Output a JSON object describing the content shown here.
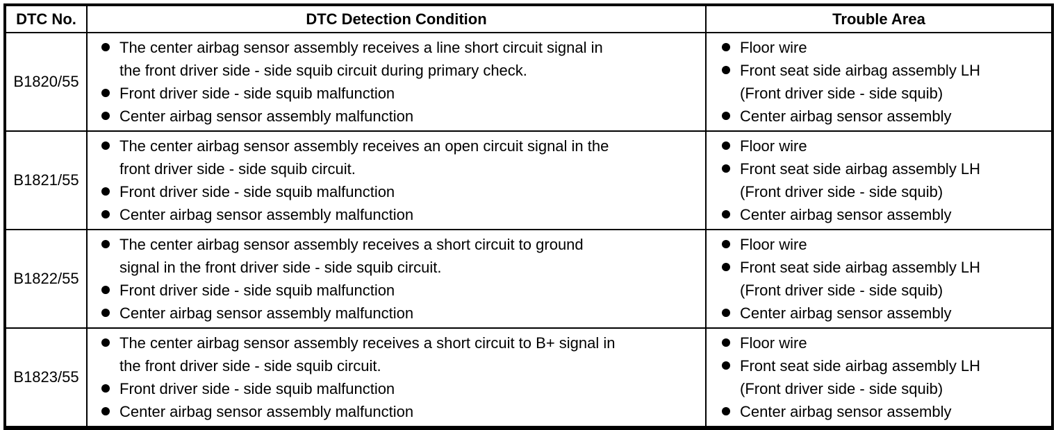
{
  "header": {
    "dtc_no": "DTC No.",
    "detection_condition": "DTC Detection Condition",
    "trouble_area": "Trouble Area"
  },
  "rows": [
    {
      "dtc": "B1820/55",
      "conditions": [
        "The center airbag sensor assembly receives a line short circuit signal in\nthe front driver side - side squib circuit during primary check.",
        "Front driver side - side squib malfunction",
        "Center airbag sensor assembly malfunction"
      ],
      "trouble_areas": [
        "Floor wire",
        "Front seat side airbag assembly LH\n(Front driver side - side squib)",
        "Center airbag sensor assembly"
      ]
    },
    {
      "dtc": "B1821/55",
      "conditions": [
        "The center airbag sensor assembly receives an open circuit signal in the\nfront driver side - side squib circuit.",
        "Front driver side - side squib malfunction",
        "Center airbag sensor assembly malfunction"
      ],
      "trouble_areas": [
        "Floor wire",
        "Front seat side airbag assembly LH\n(Front driver side - side squib)",
        "Center airbag sensor assembly"
      ]
    },
    {
      "dtc": "B1822/55",
      "conditions": [
        "The center airbag sensor assembly receives a short circuit to ground\nsignal in the front driver side - side squib circuit.",
        "Front driver side - side squib malfunction",
        "Center airbag sensor assembly malfunction"
      ],
      "trouble_areas": [
        "Floor wire",
        "Front seat side airbag assembly LH\n(Front driver side - side squib)",
        "Center airbag sensor assembly"
      ]
    },
    {
      "dtc": "B1823/55",
      "conditions": [
        "The center airbag sensor assembly receives a short circuit to B+ signal in\nthe front driver side - side squib circuit.",
        "Front driver side - side squib malfunction",
        "Center airbag sensor assembly malfunction"
      ],
      "trouble_areas": [
        "Floor wire",
        "Front seat side airbag assembly LH\n(Front driver side - side squib)",
        "Center airbag sensor assembly"
      ]
    }
  ]
}
